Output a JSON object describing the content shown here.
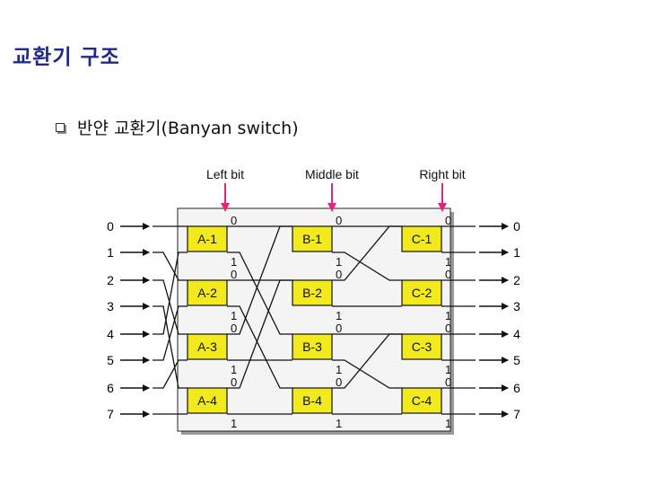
{
  "slide": {
    "title": "교환기 구조",
    "bullet": "반얀 교환기(Banyan switch)"
  },
  "diagram": {
    "stage_labels": [
      "Left bit",
      "Middle bit",
      "Right bit"
    ],
    "inputs": [
      "0",
      "1",
      "2",
      "3",
      "4",
      "5",
      "6",
      "7"
    ],
    "outputs": [
      "0",
      "1",
      "2",
      "3",
      "4",
      "5",
      "6",
      "7"
    ],
    "stages": [
      [
        "A-1",
        "A-2",
        "A-3",
        "A-4"
      ],
      [
        "B-1",
        "B-2",
        "B-3",
        "B-4"
      ],
      [
        "C-1",
        "C-2",
        "C-3",
        "C-4"
      ]
    ],
    "port_bits": [
      "0",
      "1"
    ],
    "colors": {
      "switch_fill": "#f2ea1c",
      "panel_fill": "#f4f4f4",
      "arrow_pink": "#e0267a",
      "line": "#111111",
      "title": "#1f2a8a"
    }
  }
}
